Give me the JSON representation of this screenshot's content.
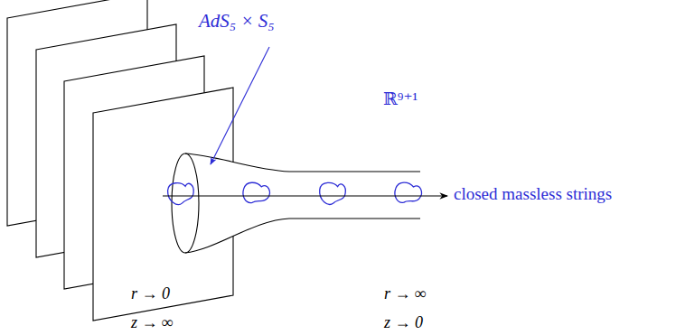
{
  "diagram": {
    "labels": [
      "AdS₅ × S₅",
      "ℝ⁹⁺¹",
      "closed massless strings",
      "r → 0",
      "z → ∞",
      "r → ∞",
      "z → 0"
    ]
  }
}
